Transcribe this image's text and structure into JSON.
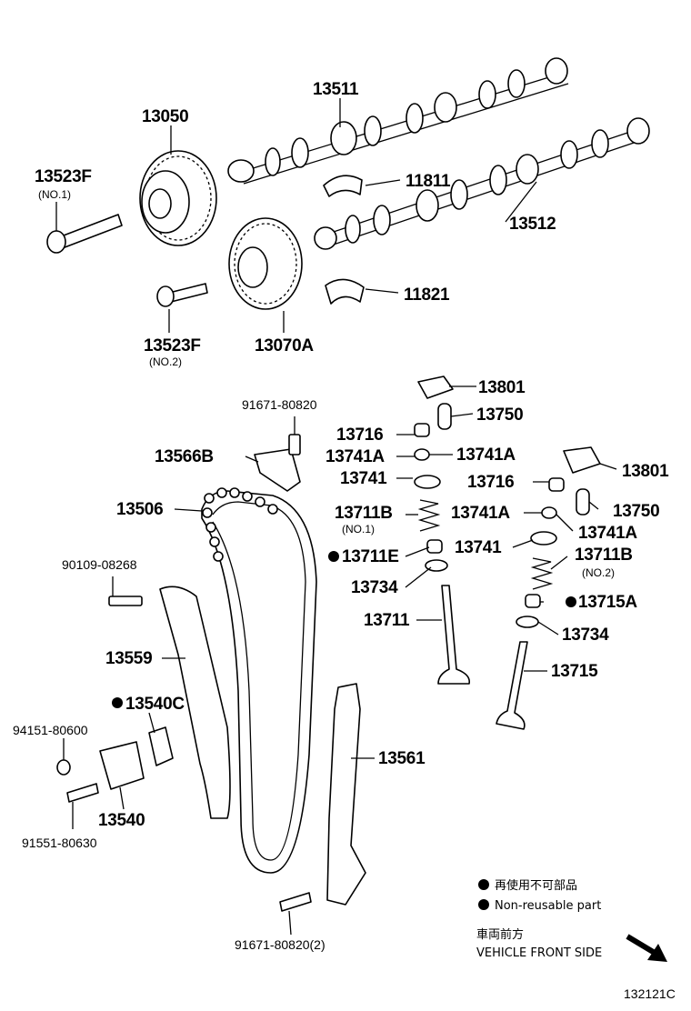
{
  "labels": {
    "p13511": "13511",
    "p13050": "13050",
    "p13523F_1": "13523F",
    "no1_a": "(NO.1)",
    "p11811": "11811",
    "p13512": "13512",
    "p11821": "11821",
    "p13523F_2": "13523F",
    "no2_a": "(NO.2)",
    "p13070A": "13070A",
    "p13801_a": "13801",
    "p91671_a": "91671-80820",
    "p13716_a": "13716",
    "p13750_a": "13750",
    "p13741A_a": "13741A",
    "p13741A_b": "13741A",
    "p13566B": "13566B",
    "p13741_a": "13741",
    "p13716_b": "13716",
    "p13801_b": "13801",
    "p13506": "13506",
    "p13711B_a": "13711B",
    "no1_b": "(NO.1)",
    "p13741A_c": "13741A",
    "p13750_b": "13750",
    "p13741A_d": "13741A",
    "p13711E": "13711E",
    "p13741_b": "13741",
    "p13711B_b": "13711B",
    "no2_b": "(NO.2)",
    "p90109": "90109-08268",
    "p13734_a": "13734",
    "p13715A": "13715A",
    "p13711": "13711",
    "p13734_b": "13734",
    "p13559": "13559",
    "p13715": "13715",
    "p13540C": "13540C",
    "p94151": "94151-80600",
    "p13561": "13561",
    "p13540": "13540",
    "p91551": "91551-80630",
    "p91671_b": "91671-80820(2)"
  },
  "legend": {
    "ja": "再使用不可部品",
    "en": "Non-reusable part"
  },
  "front": {
    "ja": "車両前方",
    "en": "VEHICLE FRONT SIDE"
  },
  "diagram_code": "132121C"
}
